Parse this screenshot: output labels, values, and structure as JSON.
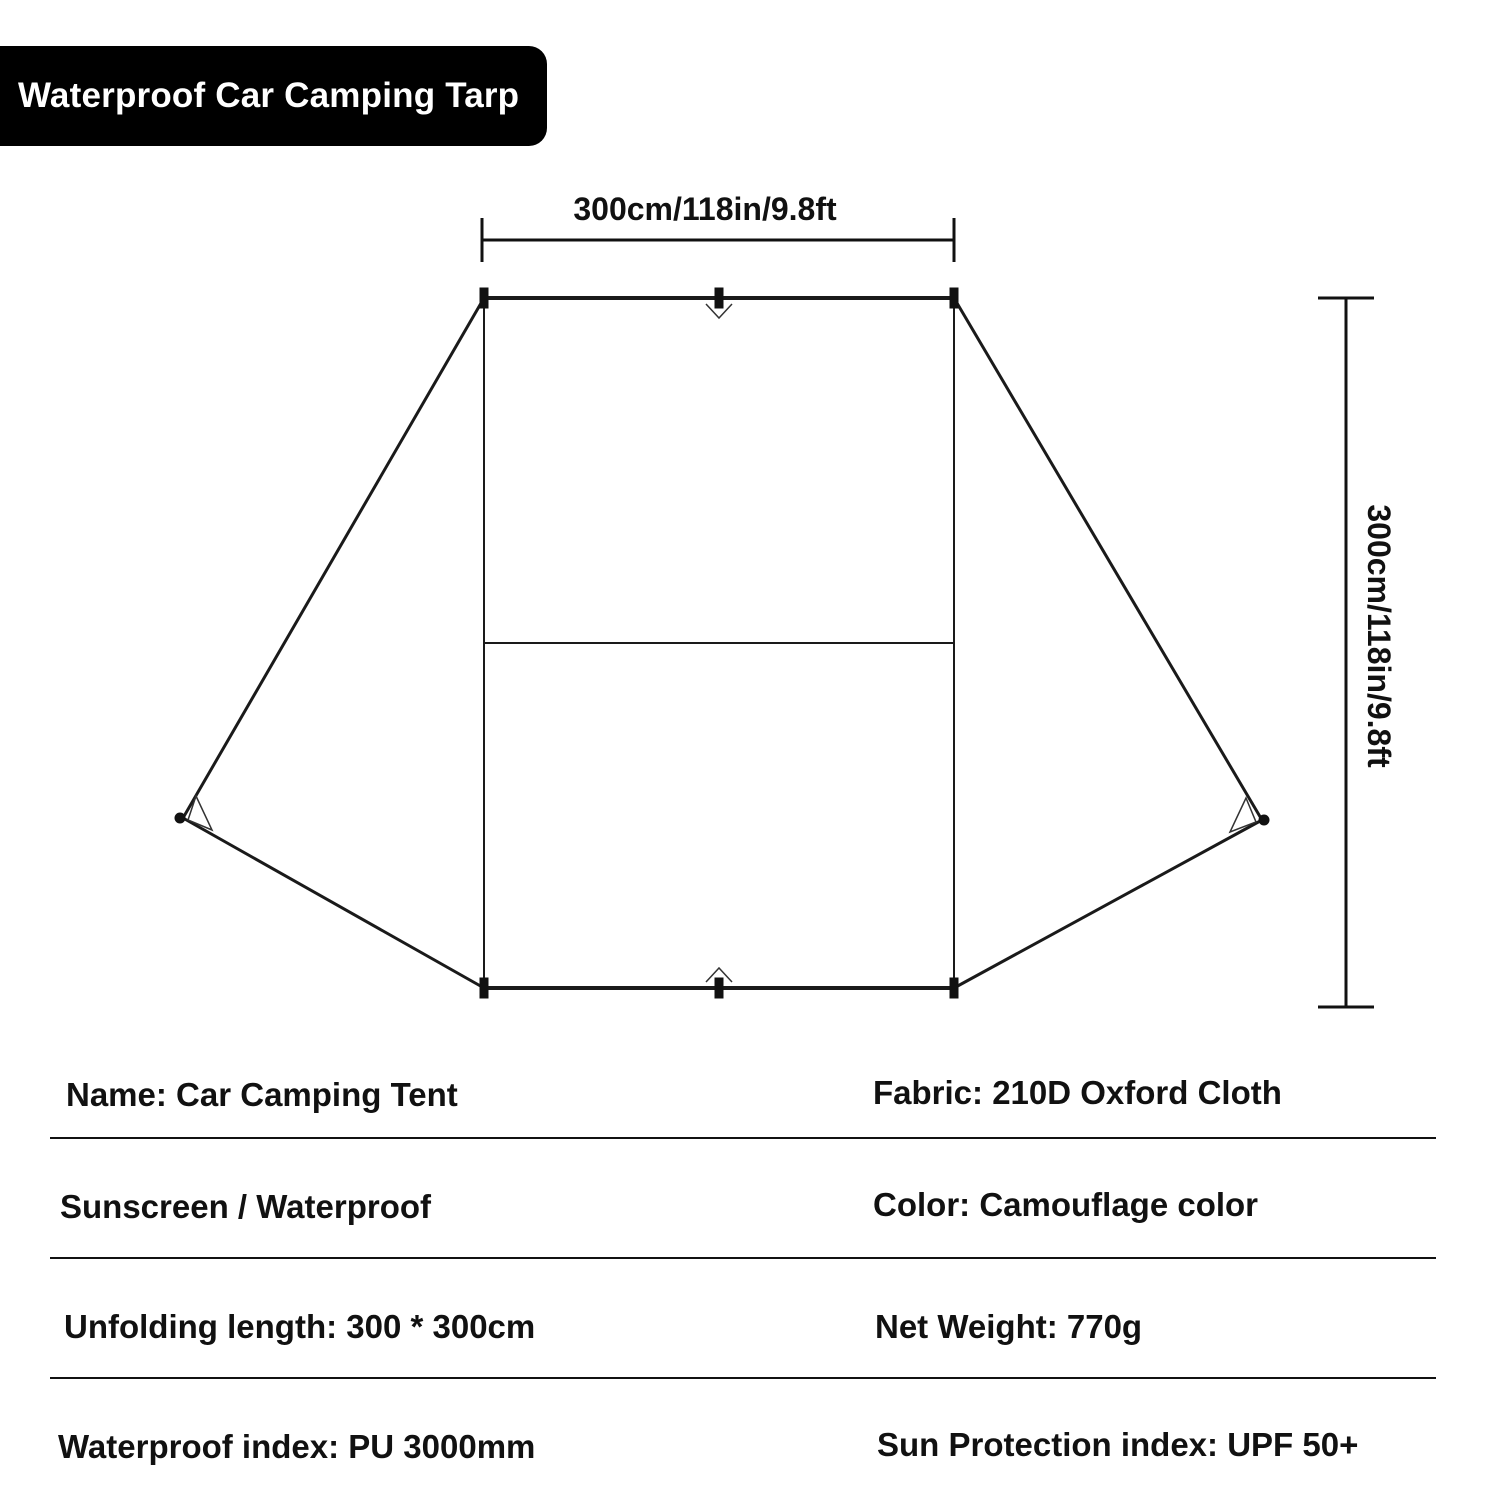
{
  "title": "Waterproof Car Camping Tarp",
  "diagram": {
    "width_label": "300cm/118in/9.8ft",
    "height_label": "300cm/118in/9.8ft"
  },
  "specs": {
    "name": "Name: Car Camping Tent",
    "fabric": "Fabric: 210D Oxford Cloth",
    "feature": "Sunscreen / Waterproof",
    "color": "Color: Camouflage color",
    "unfolding_length": "Unfolding length: 300 * 300cm",
    "net_weight": "Net Weight: 770g",
    "waterproof_index": "Waterproof index: PU 3000mm",
    "sun_protection_index": "Sun Protection index: UPF 50+"
  },
  "colors": {
    "ink": "#111111",
    "badge_bg": "#000000",
    "badge_text": "#ffffff",
    "background": "#ffffff"
  }
}
